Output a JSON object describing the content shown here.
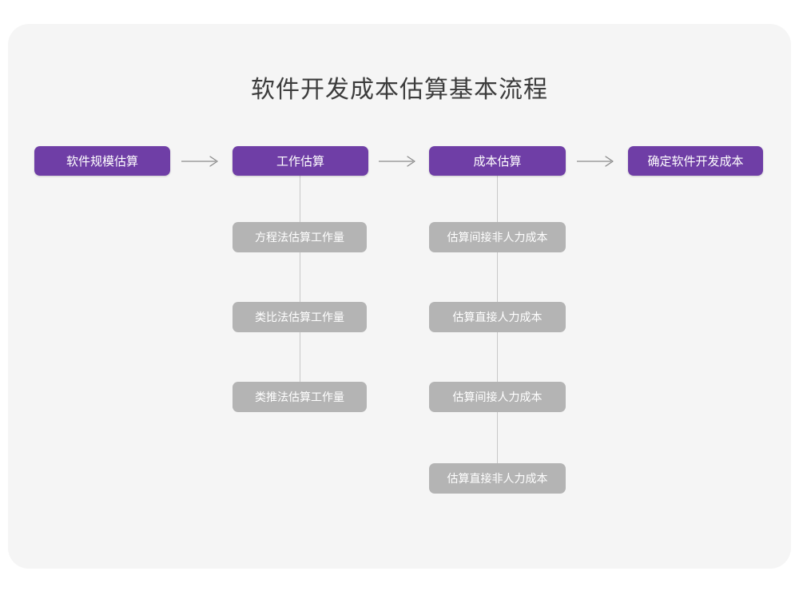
{
  "title": "软件开发成本估算基本流程",
  "colors": {
    "page_background": "#ffffff",
    "card_background": "#f5f5f5",
    "stage_purple": "#6f3ea6",
    "sub_gray": "#b4b4b4",
    "connector_gray": "#c8c8c8",
    "title_text": "#3c3c3c",
    "node_text": "#ffffff"
  },
  "flow": {
    "stages": [
      {
        "label": "软件规模估算",
        "has_children": false
      },
      {
        "label": "工作估算",
        "has_children": true
      },
      {
        "label": "成本估算",
        "has_children": true
      },
      {
        "label": "确定软件开发成本",
        "has_children": false
      }
    ],
    "arrows": [
      {
        "name": "arrow-1",
        "glyph": "→"
      },
      {
        "name": "arrow-2",
        "glyph": "→"
      },
      {
        "name": "arrow-3",
        "glyph": "→"
      }
    ],
    "branches": {
      "work_estimation": [
        "方程法估算工作量",
        "类比法估算工作量",
        "类推法估算工作量"
      ],
      "cost_estimation": [
        "估算间接非人力成本",
        "估算直接人力成本",
        "估算间接人力成本",
        "估算直接非人力成本"
      ]
    }
  }
}
